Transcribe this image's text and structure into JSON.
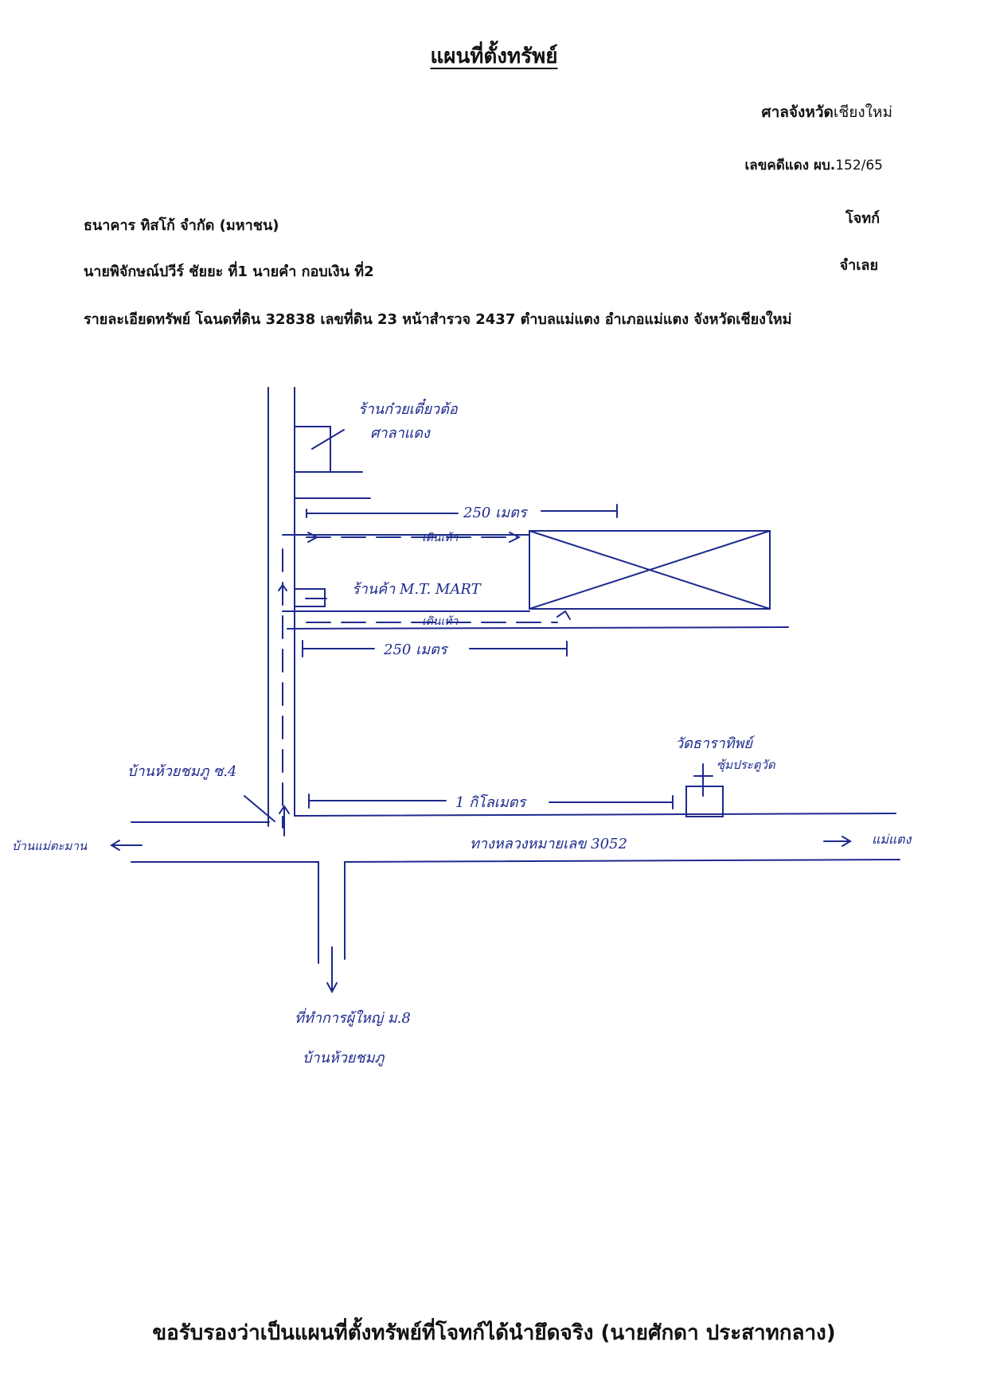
{
  "header": {
    "title": "แผนที่ตั้งทรัพย์",
    "court_bold": "ศาลจังหวัด",
    "court_province": "เชียงใหม่",
    "case_label": "เลขคดีแดง ผบ.",
    "case_number": "152/65"
  },
  "parties": {
    "plaintiff_name": "ธนาคาร ทิสโก้ จำกัด (มหาชน)",
    "plaintiff_label": "โจทก์",
    "defendant_name": "นายพิจักษณ์ปวีร์ ชัยยะ ที่1 นายคำ กอบเงิน ที่2",
    "defendant_label": "จำเลย"
  },
  "property_detail": "รายละเอียดทรัพย์ โฉนดที่ดิน 32838 เลขที่ดิน 23 หน้าสำรวจ 2437 ตำบลแม่แตง อำเภอแม่แตง จังหวัดเชียงใหม่",
  "map": {
    "label_top_shop_1": "ร้านก๋วยเตี๋ยวต้อ",
    "label_top_shop_2": "ศาลาแดง",
    "dist_top": "250 เมตร",
    "walkway_top": "เดินเท้า",
    "store": "ร้านค้า M.T. MART",
    "walkway_bottom": "เดินเท้า",
    "dist_bottom": "250 เมตร",
    "temple_1": "วัดธาราทิพย์",
    "temple_2": "ซุ้มประตูวัด",
    "village_left": "บ้านห้วยชมภู ซ.4",
    "dist_km": "1 กิโลเมตร",
    "highway": "ทางหลวงหมายเลข 3052",
    "to_left": "บ้านแม่ตะมาน",
    "to_right": "แม่แตง",
    "south_1": "ที่ทำการผู้ใหญ่ ม.8",
    "south_2": "บ้านห้วยชมภู"
  },
  "certification": "ขอรับรองว่าเป็นแผนที่ตั้งทรัพย์ที่โจทก์ได้นำยึดจริง   (นายศักดา ประสาทกลาง)"
}
